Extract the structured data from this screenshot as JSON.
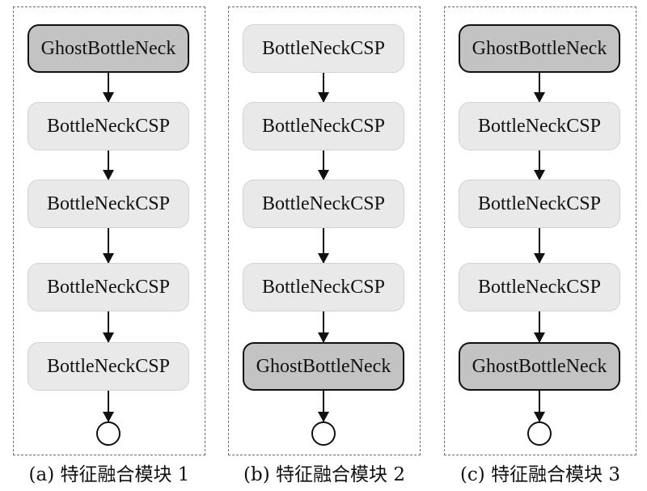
{
  "panels": [
    {
      "caption": "(a) 特征融合模块 1",
      "nodes": [
        {
          "label": "GhostBottleNeck",
          "style": "dark"
        },
        {
          "label": "BottleNeckCSP",
          "style": "light"
        },
        {
          "label": "BottleNeckCSP",
          "style": "light"
        },
        {
          "label": "BottleNeckCSP",
          "style": "light"
        },
        {
          "label": "BottleNeckCSP",
          "style": "light"
        }
      ]
    },
    {
      "caption": "(b) 特征融合模块 2",
      "nodes": [
        {
          "label": "BottleNeckCSP",
          "style": "light"
        },
        {
          "label": "BottleNeckCSP",
          "style": "light"
        },
        {
          "label": "BottleNeckCSP",
          "style": "light"
        },
        {
          "label": "BottleNeckCSP",
          "style": "light"
        },
        {
          "label": "GhostBottleNeck",
          "style": "dark"
        }
      ]
    },
    {
      "caption": "(c) 特征融合模块 3",
      "nodes": [
        {
          "label": "GhostBottleNeck",
          "style": "dark"
        },
        {
          "label": "BottleNeckCSP",
          "style": "light"
        },
        {
          "label": "BottleNeckCSP",
          "style": "light"
        },
        {
          "label": "BottleNeckCSP",
          "style": "light"
        },
        {
          "label": "GhostBottleNeck",
          "style": "dark"
        }
      ]
    }
  ],
  "colors": {
    "light_fill": "#e9e9e9",
    "dark_fill": "#c3c3c3",
    "stroke": "#111111",
    "panel_border": "#6f6f6f"
  }
}
